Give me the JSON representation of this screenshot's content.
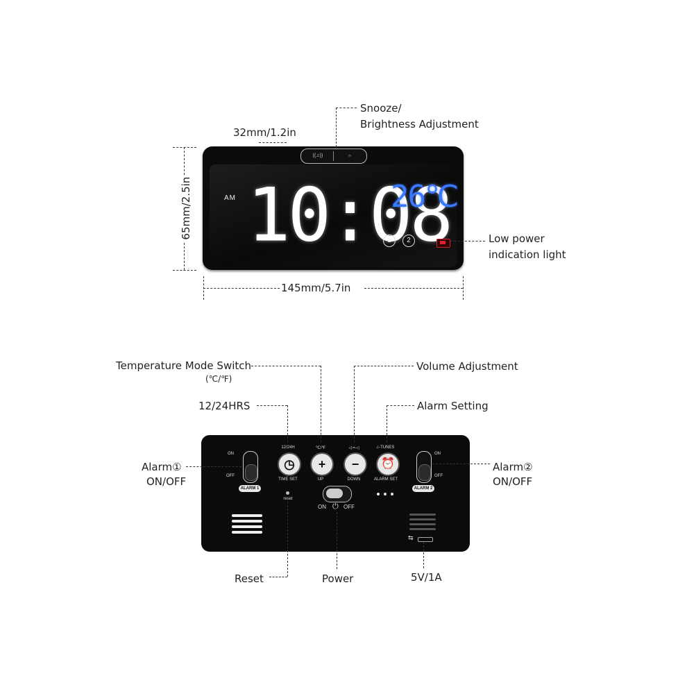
{
  "labels": {
    "snooze_line1": "Snooze/",
    "snooze_line2": "Brightness Adjustment",
    "depth": "32mm/1.2in",
    "height": "65mm/2.5in",
    "width": "145mm/5.7in",
    "low_power_line1": "Low power",
    "low_power_line2": "indication light",
    "temp_mode_line1": "Temperature Mode Switch",
    "temp_mode_line2": "(℃/℉)",
    "volume": "Volume Adjustment",
    "hrs": "12/24HRS",
    "alarm_setting": "Alarm Setting",
    "alarm1_line1": "Alarm①",
    "alarm1_line2": "ON/OFF",
    "alarm2_line1": "Alarm②",
    "alarm2_line2": "ON/OFF",
    "reset": "Reset",
    "power": "Power",
    "usb": "5V/1A"
  },
  "display": {
    "ampm": "AM",
    "time": "10:08",
    "temperature": "26℃",
    "alarm1": "1",
    "alarm2": "2"
  },
  "back_panel": {
    "btn_12_24": "12/24H",
    "btn_time_set": "TIME SET",
    "btn_cf": "℃/℉",
    "btn_up": "UP",
    "btn_vol": "◁-•-◁",
    "btn_down": "DOWN",
    "btn_tunes": "♫-TUNES",
    "btn_alarm_set": "ALARM SET",
    "alarm1_tag": "ALARM 1",
    "alarm2_tag": "ALARM 2",
    "on": "ON",
    "off": "OFF",
    "power_on": "ON",
    "power_off": "OFF",
    "reset": "reset"
  },
  "colors": {
    "time": "#ffffff",
    "temperature": "#3a78ff",
    "low_power": "#e02030"
  }
}
